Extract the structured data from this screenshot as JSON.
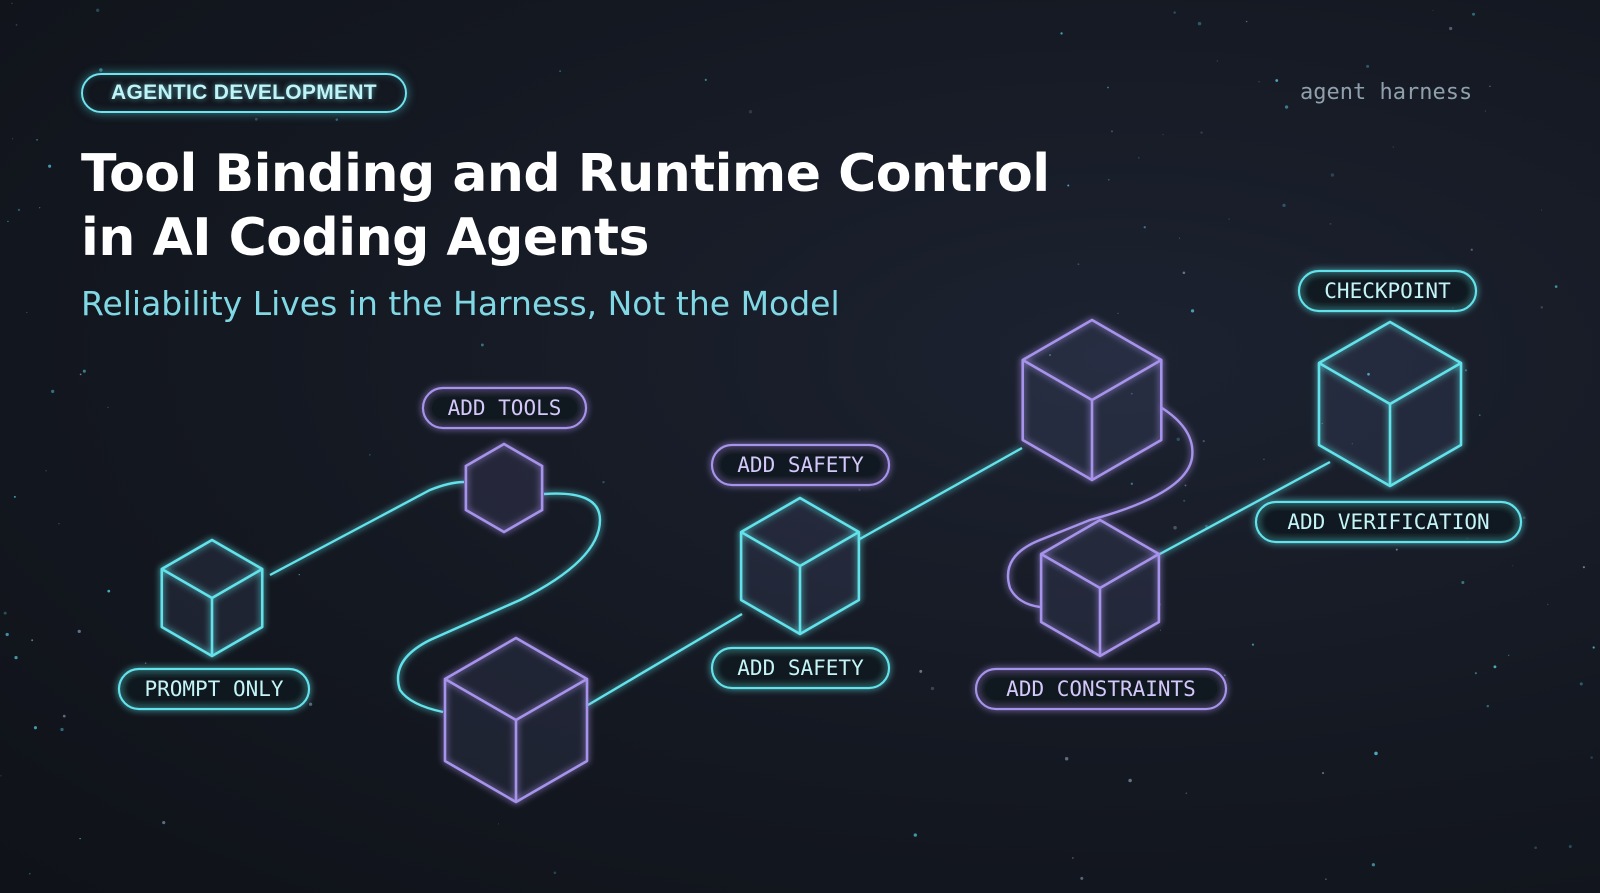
{
  "tag": "AGENTIC DEVELOPMENT",
  "brand": "agent harness",
  "title_line1": "Tool Binding and Runtime Control",
  "title_line2": "in AI Coding Agents",
  "subtitle": "Reliability Lives in the Harness, Not the Model",
  "stages": [
    {
      "label": "PROMPT ONLY",
      "color": "cyan"
    },
    {
      "label": "ADD TOOLS",
      "color": "violet"
    },
    {
      "label": "ADD SAFETY",
      "color": "violet"
    },
    {
      "label": "ADD SAFETY",
      "color": "cyan"
    },
    {
      "label": "ADD CONSTRAINTS",
      "color": "violet"
    },
    {
      "label": "CHECKPOINT",
      "color": "cyan"
    },
    {
      "label": "ADD VERIFICATION",
      "color": "cyan"
    }
  ],
  "colors": {
    "cyan": "#62e2ea",
    "violet": "#a893ec",
    "background": "#151a22"
  }
}
